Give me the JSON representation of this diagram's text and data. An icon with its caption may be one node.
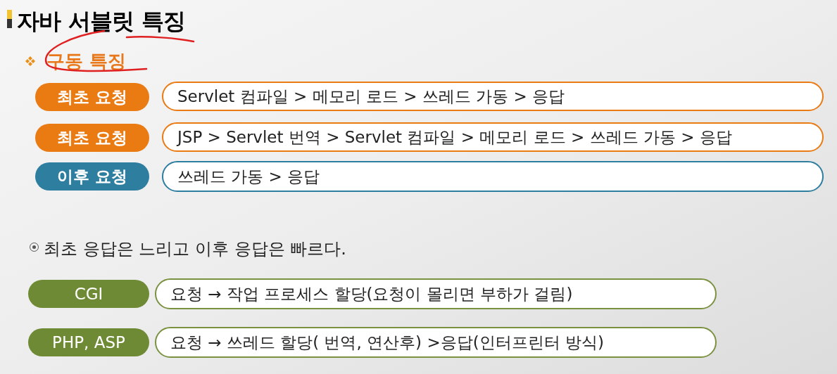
{
  "diagram": {
    "title": "자바 서블릿 특징",
    "nodes": [
      {
        "text": [
          "최초 요청"
        ]
      },
      {
        "text": [
          "Servlet 컴파일 > 메모리 로드 > 쓰레드 가동 > 응답"
        ]
      },
      {
        "text": [
          "최초 요청"
        ]
      },
      {
        "text": [
          "JSP > Servlet 번역 > Servlet 컴파일 > 메모리 로드 > 쓰레드 가동 > 응답"
        ]
      },
      {
        "text": [
          "이후 요청"
        ]
      },
      {
        "text": [
          "쓰레드 가동 > 응답"
        ]
      },
      {
        "text": [
          "CGI"
        ]
      },
      {
        "text": [
          "요청 → 작업 프로세스 할당(요청이 몰리면 부하가 걸림)"
        ]
      },
      {
        "text": [
          "PHP, ASP"
        ]
      },
      {
        "text": [
          "요청 → 쓰레드 할당( 번역, 연산후) >응답(인터프린터 방식)"
        ]
      }
    ],
    "labels": [
      "구동 특징",
      "최초 응답은 느리고 이후 응답은 빠르다."
    ]
  }
}
